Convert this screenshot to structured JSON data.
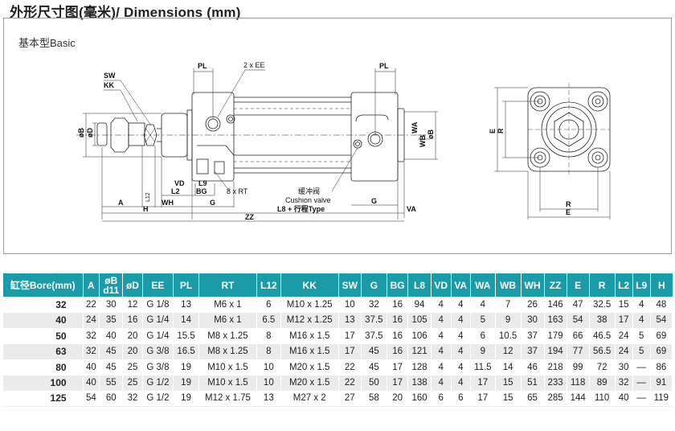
{
  "page": {
    "title": "外形尺寸图(毫米)/ Dimensions (mm)",
    "subtitle": "基本型Basic"
  },
  "drawing": {
    "side_view_labels": {
      "sw": "SW",
      "kk": "KK",
      "phi_b": "øB",
      "phi_d": "øD",
      "pl_front": "PL",
      "two_ee": "2 x EE",
      "pl_rear": "PL",
      "wa": "WA",
      "wb": "WB",
      "phi_b_rear": "øB",
      "vd": "VD",
      "l9": "L9",
      "l12": "L12",
      "l2": "L2",
      "bg": "BG",
      "eight_rt": "8 x RT",
      "a": "A",
      "wh": "WH",
      "g_front": "G",
      "g_rear": "G",
      "h": "H",
      "zz": "ZZ",
      "va": "VA",
      "cushion_cn": "缓冲阀",
      "cushion_en": "Cushion valve",
      "l8_stroke": "L8 + 行程Type"
    },
    "end_view_labels": {
      "e_vertical": "E",
      "r_vertical": "R",
      "r_horizontal": "R",
      "e_horizontal": "E"
    }
  },
  "table": {
    "headers": [
      "缸径Bore(mm)",
      "A",
      "øB\nd11",
      "øD",
      "EE",
      "PL",
      "RT",
      "L12",
      "KK",
      "SW",
      "G",
      "BG",
      "L8",
      "VD",
      "VA",
      "WA",
      "WB",
      "WH",
      "ZZ",
      "E",
      "R",
      "L2",
      "L9",
      "H"
    ],
    "header_line1": [
      "缸径Bore(mm)",
      "A",
      "øB",
      "øD",
      "EE",
      "PL",
      "RT",
      "L12",
      "KK",
      "SW",
      "G",
      "BG",
      "L8",
      "VD",
      "VA",
      "WA",
      "WB",
      "WH",
      "ZZ",
      "E",
      "R",
      "L2",
      "L9",
      "H"
    ],
    "header_line2": [
      "",
      "",
      "d11",
      "",
      "",
      "",
      "",
      "",
      "",
      "",
      "",
      "",
      "",
      "",
      "",
      "",
      "",
      "",
      "",
      "",
      "",
      "",
      "",
      ""
    ],
    "rows": [
      [
        "32",
        "22",
        "30",
        "12",
        "G 1/8",
        "13",
        "M6 x 1",
        "6",
        "M10 x 1.25",
        "10",
        "32",
        "16",
        "94",
        "4",
        "4",
        "4",
        "7",
        "26",
        "146",
        "47",
        "32.5",
        "15",
        "4",
        "48"
      ],
      [
        "40",
        "24",
        "35",
        "16",
        "G 1/4",
        "14",
        "M6 x 1",
        "6.5",
        "M12 x 1.25",
        "13",
        "37.5",
        "16",
        "105",
        "4",
        "4",
        "5",
        "9",
        "30",
        "163",
        "54",
        "38",
        "17",
        "4",
        "54"
      ],
      [
        "50",
        "32",
        "40",
        "20",
        "G 1/4",
        "15.5",
        "M8 x 1.25",
        "8",
        "M16 x 1.5",
        "17",
        "37.5",
        "16",
        "106",
        "4",
        "4",
        "6",
        "10.5",
        "37",
        "179",
        "66",
        "46.5",
        "24",
        "5",
        "69"
      ],
      [
        "63",
        "32",
        "45",
        "20",
        "G 3/8",
        "16.5",
        "M8 x 1.25",
        "8",
        "M16 x 1.5",
        "17",
        "45",
        "16",
        "121",
        "4",
        "4",
        "9",
        "12",
        "37",
        "194",
        "77",
        "56.5",
        "24",
        "5",
        "69"
      ],
      [
        "80",
        "40",
        "45",
        "25",
        "G 3/8",
        "19",
        "M10 x 1.5",
        "10",
        "M20 x 1.5",
        "22",
        "45",
        "17",
        "128",
        "4",
        "4",
        "11.5",
        "14",
        "46",
        "218",
        "99",
        "72",
        "30",
        "—",
        "86"
      ],
      [
        "100",
        "40",
        "55",
        "25",
        "G 1/2",
        "19",
        "M10 x 1.5",
        "10",
        "M20 x 1.5",
        "22",
        "50",
        "17",
        "138",
        "4",
        "4",
        "17",
        "15",
        "51",
        "233",
        "118",
        "89",
        "32",
        "—",
        "91"
      ],
      [
        "125",
        "54",
        "60",
        "32",
        "G 1/2",
        "19",
        "M12 x 1.75",
        "13",
        "M27 x  2",
        "27",
        "58",
        "20",
        "160",
        "6",
        "6",
        "17",
        "15",
        "65",
        "285",
        "144",
        "110",
        "40",
        "—",
        "119"
      ]
    ]
  },
  "colors": {
    "header_bg": "#1b9ba8",
    "row_alt_bg": "#ebebeb"
  }
}
